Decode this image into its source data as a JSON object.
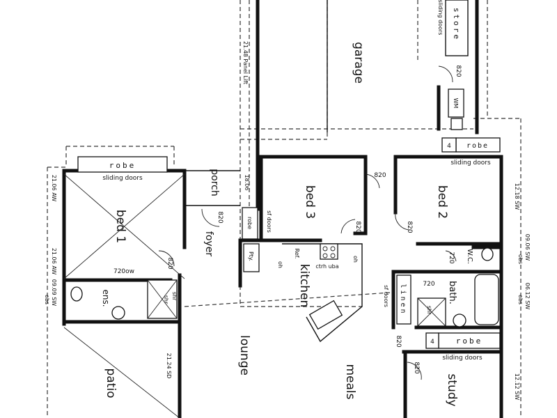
{
  "rooms": {
    "garage": "garage",
    "bed1": "bed 1",
    "bed2": "bed 2",
    "bed3": "bed 3",
    "porch": "porch",
    "foyer": "foyer",
    "kitchen": "kitchen",
    "lounge": "lounge",
    "meals": "meals",
    "study": "study",
    "patio": "patio",
    "ens": "ens.",
    "bath": "bath.",
    "store": "store",
    "robe_bed1": "robe",
    "robe_bed2": "robe",
    "robe_study": "robe",
    "robe_bed3": "robe",
    "linen": "linen",
    "wc": "W.C.",
    "wm": "WM",
    "pty": "Pty."
  },
  "labels": {
    "sliding_doors_bed1": "sliding doors",
    "sliding_doors_bed2": "sliding doors",
    "sliding_doors_study": "sliding doors",
    "sliding_doors_store": "sliding doors",
    "sf_doors_bed3": "sf doors",
    "sf_doors_linen": "sf doors",
    "panel_lift": "21.48 Panel Lift",
    "ref": "Ref.",
    "oh": "oh",
    "oh2": "oh",
    "ctrh_uba": "ctrh uba",
    "shr_ens": "shr",
    "shr_bath": "shr",
    "shr_kitchen": "shr",
    "door_720_ens": "720ow",
    "door_720_wc": "720",
    "door_720_bath": "720",
    "door_820_bed1": "820",
    "door_820_foyer": "820",
    "door_820_bed3_top": "820",
    "door_820_bed3": "820",
    "door_820_bed2": "820",
    "door_820_garage": "820",
    "door_820_study": "820",
    "door_820_study2": "820",
    "num_4_top": "4",
    "num_4_study": "4",
    "dim_porch": "18.06",
    "dim_left_top": "21.06 AW",
    "dim_left_mid": "21.06 AW",
    "dim_left_low": "09.09 SW",
    "obs_left": "obs",
    "dim_patio": "21.24 SD",
    "dim_right_top": "12.18 SW",
    "dim_right_mid": "09.06 SW",
    "obs_right_mid": "obs",
    "dim_right_low": "06.12 SW",
    "obs_right_low": "obs",
    "dim_right_bottom": "12.12 SW"
  }
}
